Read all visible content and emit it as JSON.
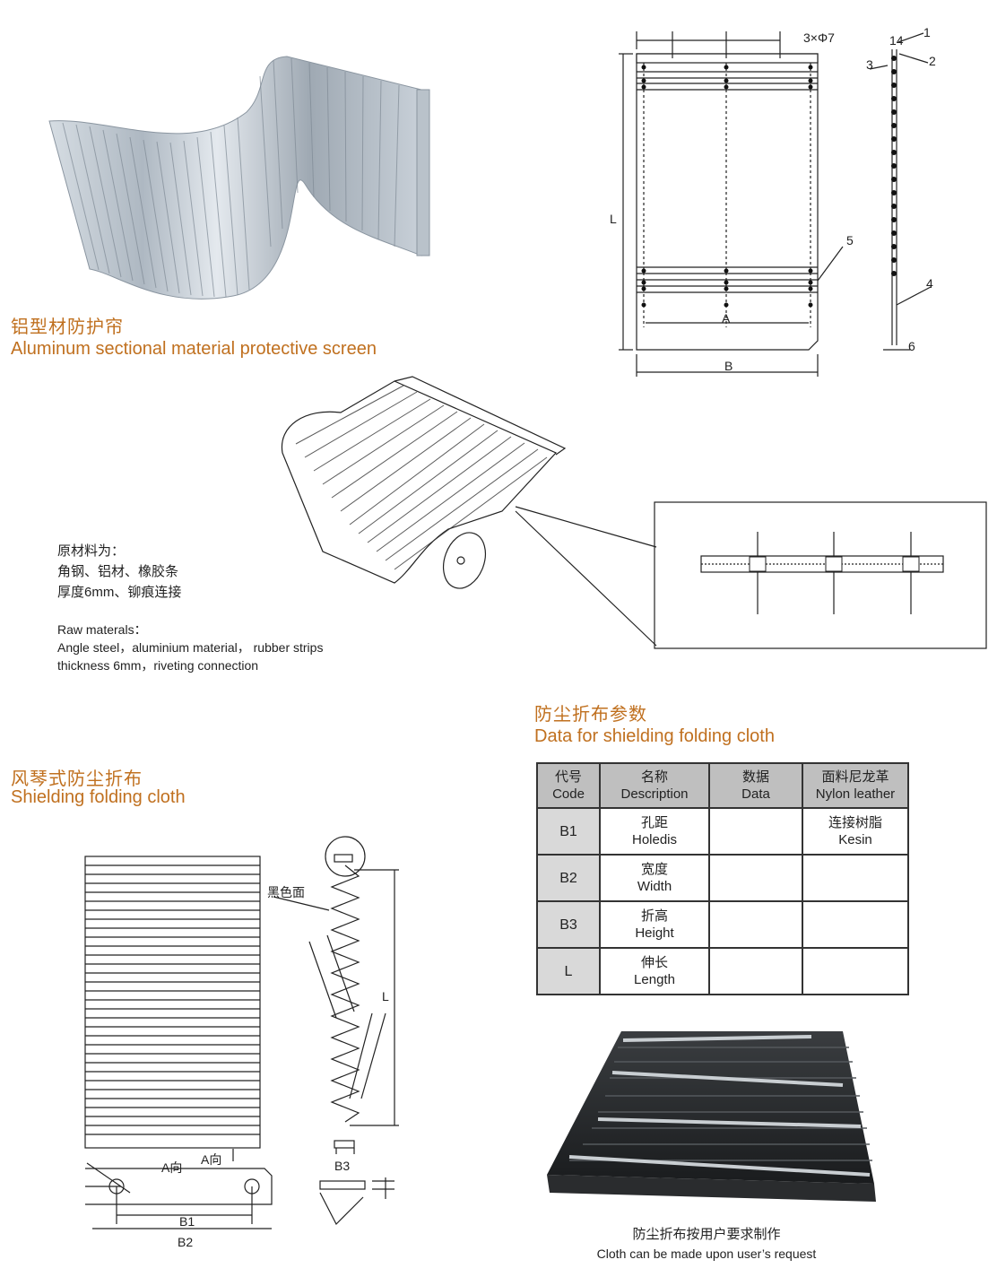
{
  "aluminum": {
    "title_cn": "铝型材防护帘",
    "title_en": "Aluminum sectional material protective screen"
  },
  "drawing1": {
    "dim_holes": "3×Φ7",
    "dim_14": "14",
    "label_L": "L",
    "label_A": "A",
    "label_B": "B",
    "n1": "1",
    "n2": "2",
    "n3": "3",
    "n4": "4",
    "n5": "5",
    "n6": "6"
  },
  "raw": {
    "cn_line1": "原材料为：",
    "cn_line2": "角钢、铝材、橡胶条",
    "cn_line3": "厚度6mm、铆痕连接",
    "en_line1": "Raw materals：",
    "en_line2": "Angle steel，aluminium material， rubber strips",
    "en_line3": "thickness 6mm，riveting connection"
  },
  "data_section": {
    "title_cn": "防尘折布参数",
    "title_en": "Data for shielding folding cloth"
  },
  "shield": {
    "title_cn": "风琴式防尘折布",
    "title_en": "Shielding folding cloth"
  },
  "fold_drawing": {
    "black_face": "黑色面",
    "label_L": "L",
    "label_B3": "B3",
    "dir_a1": "A向",
    "dir_a2": "A向",
    "label_B1": "B1",
    "label_B2": "B2"
  },
  "table": {
    "headers": [
      {
        "cn": "代号",
        "en": "Code"
      },
      {
        "cn": "名称",
        "en": "Description"
      },
      {
        "cn": "数据",
        "en": "Data"
      },
      {
        "cn": "面料尼龙革",
        "en": "Nylon leather"
      }
    ],
    "rows": [
      {
        "code": "B1",
        "cn": "孔距",
        "en": "Holedis",
        "data": "",
        "mat_cn": "连接树脂",
        "mat_en": "Kesin"
      },
      {
        "code": "B2",
        "cn": "宽度",
        "en": "Width",
        "data": "",
        "mat_cn": "",
        "mat_en": ""
      },
      {
        "code": "B3",
        "cn": "折高",
        "en": "Height",
        "data": "",
        "mat_cn": "",
        "mat_en": ""
      },
      {
        "code": "L",
        "cn": "伸长",
        "en": "Length",
        "data": "",
        "mat_cn": "",
        "mat_en": ""
      }
    ]
  },
  "photo_caption": {
    "cn": "防尘折布按用户要求制作",
    "en": "Cloth can be made upon user’s request"
  },
  "colors": {
    "accent": "#c0701f",
    "table_header": "#bfbfbf",
    "table_code": "#d9d9d9"
  }
}
